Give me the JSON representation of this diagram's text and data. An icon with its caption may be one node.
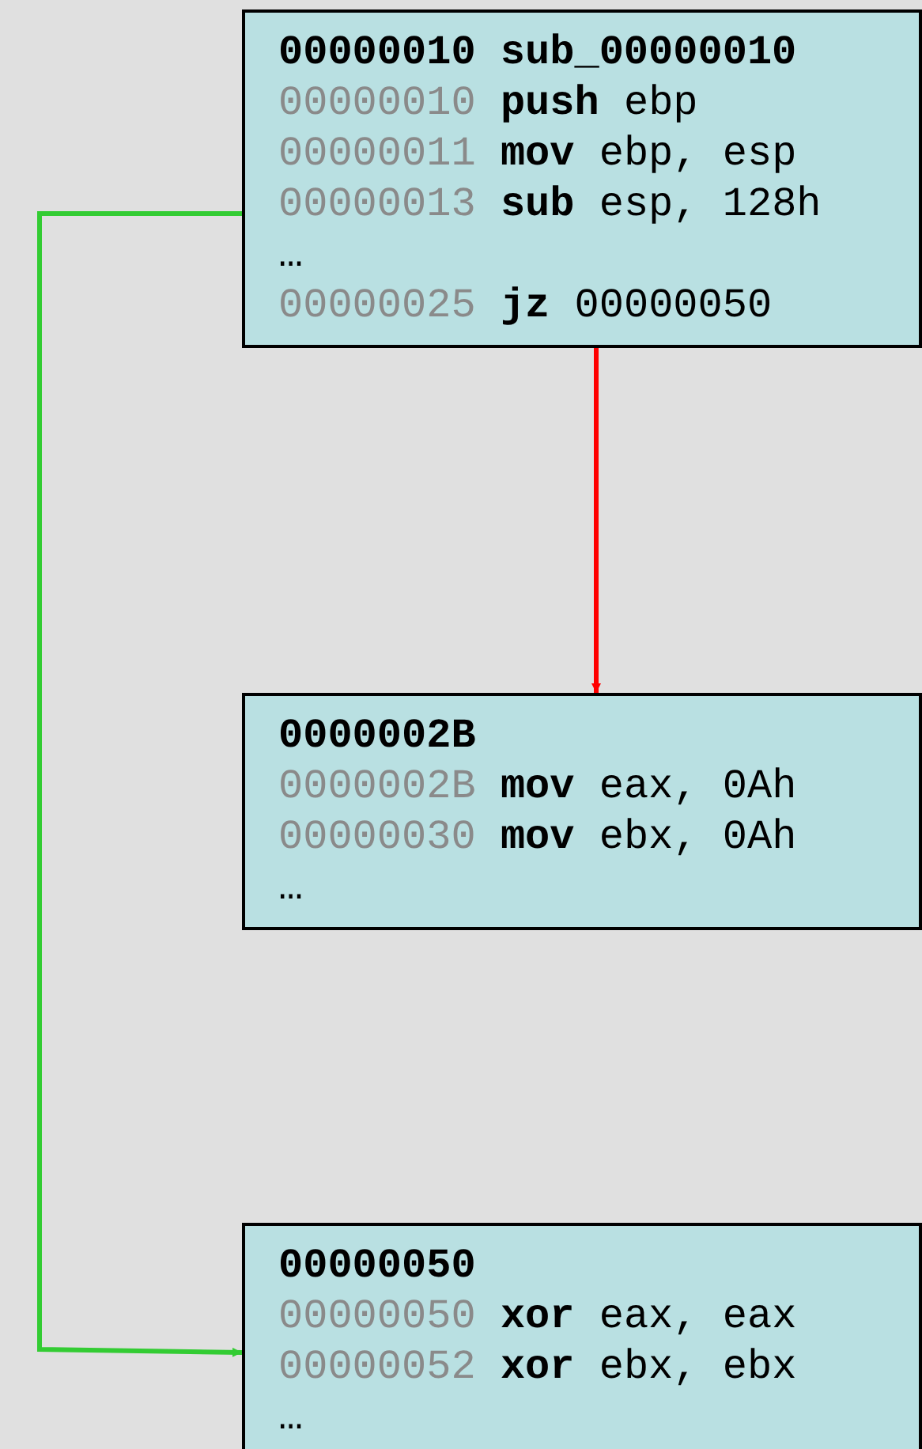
{
  "diagram": {
    "nodes": [
      {
        "text": [
          "00000010 sub_00000010",
          "00000010 **push** ebp",
          "00000011 **mov** ebp, esp",
          "00000013 **sub** esp, 128h",
          "…",
          "00000025 **jz** 00000050"
        ]
      },
      {
        "text": [
          "0000002B",
          "0000002B **mov** eax, 0Ah",
          "00000030 **mov** ebx, 0Ah",
          "…"
        ]
      },
      {
        "text": [
          "00000050",
          "00000050 **xor** eax, eax",
          "00000052 **xor** ebx, ebx",
          "…"
        ]
      }
    ],
    "edges": [
      {
        "from": 0,
        "to": 1,
        "arrow": "to",
        "color": "#ff0000"
      },
      {
        "from": 0,
        "to": 2,
        "arrow": "to",
        "color": "#33cc33"
      }
    ]
  }
}
